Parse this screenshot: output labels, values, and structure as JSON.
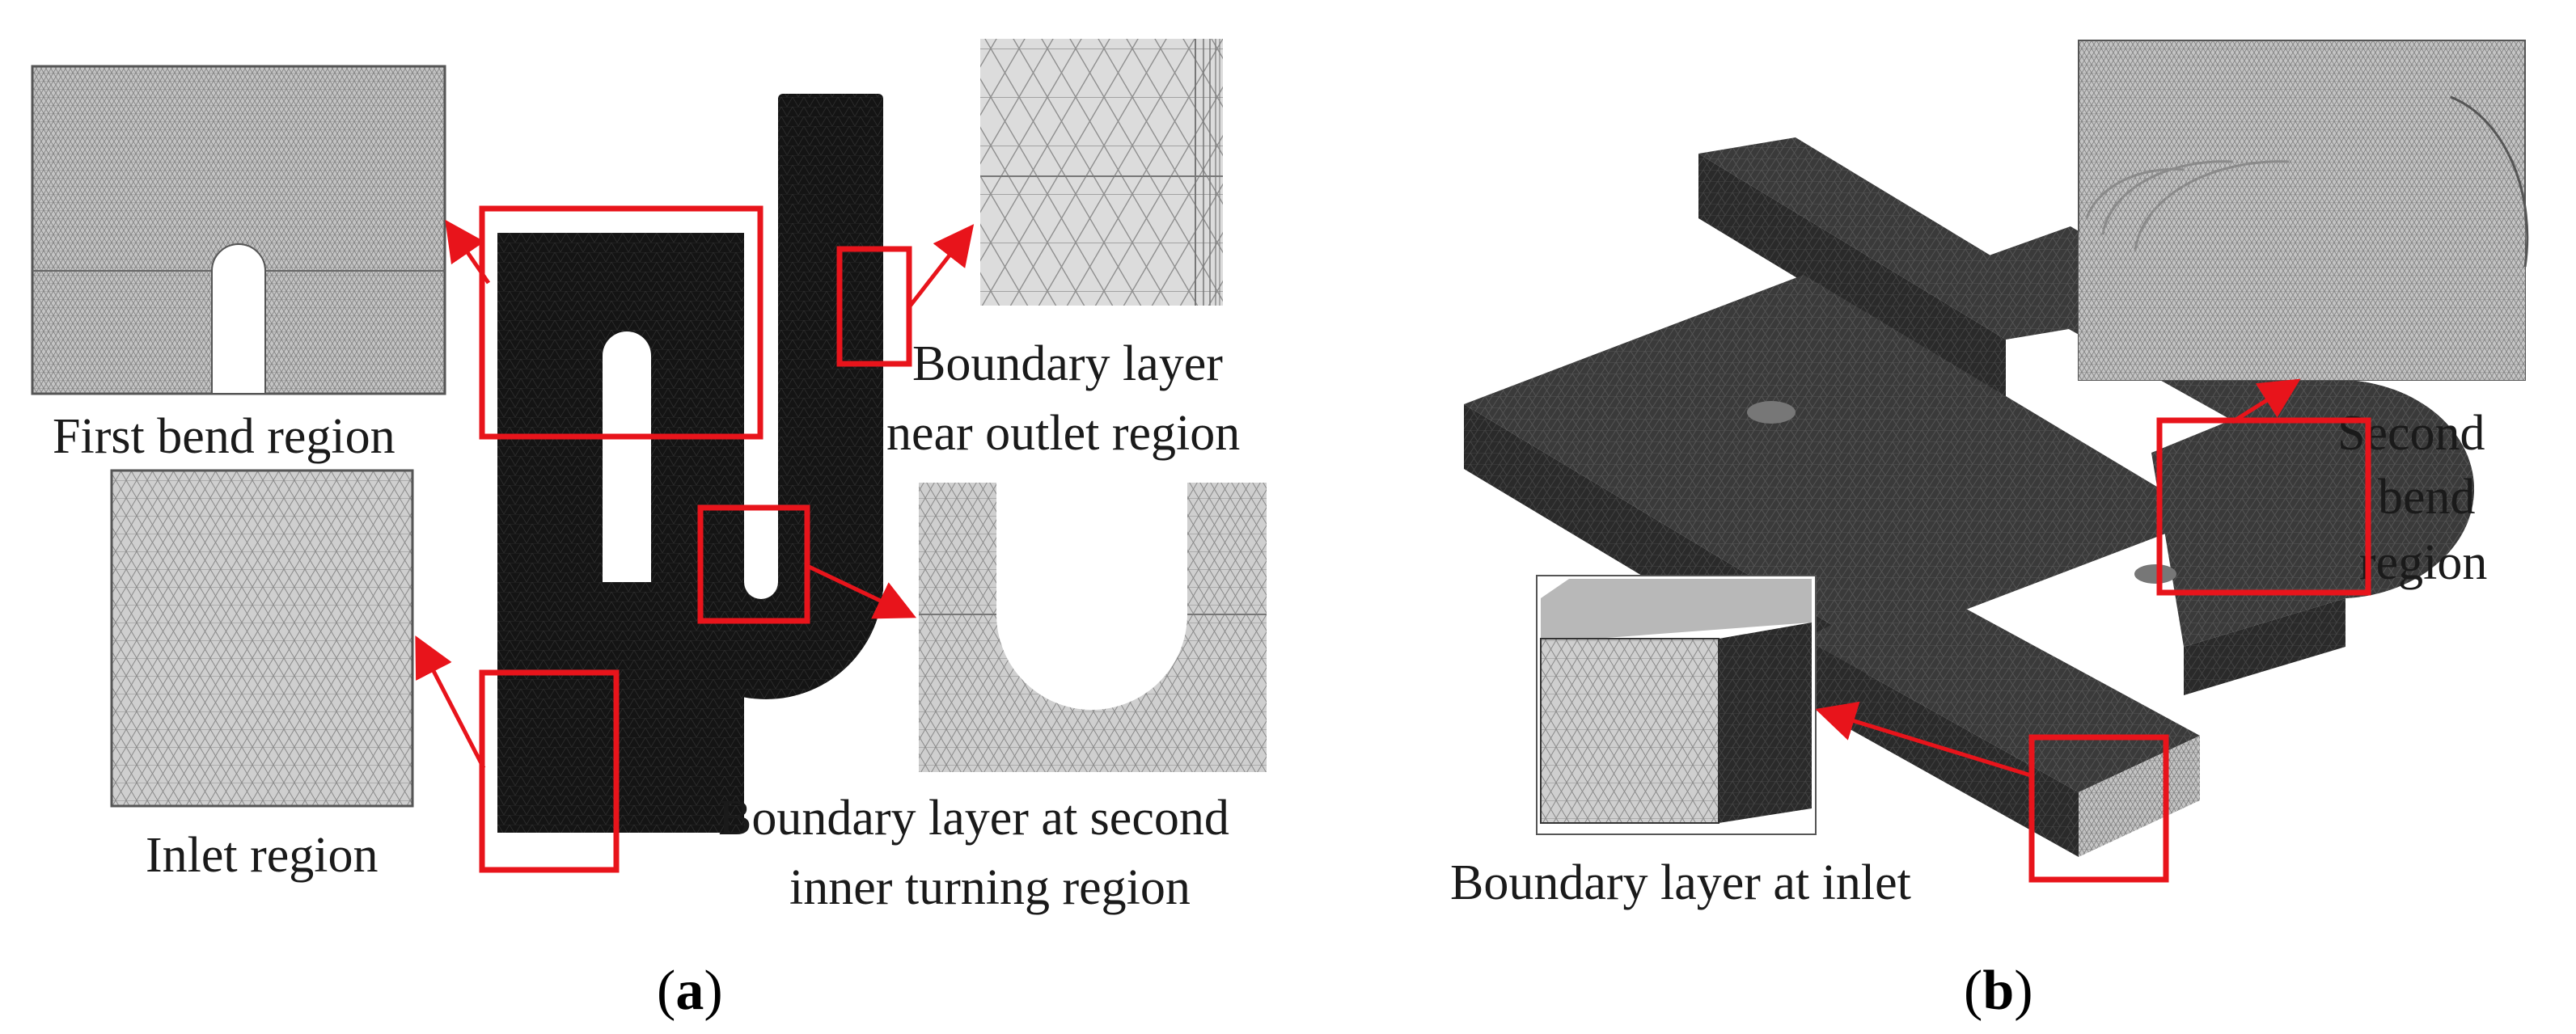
{
  "panel_a": {
    "labels": {
      "first_bend": "First bend region",
      "inlet": "Inlet region",
      "outlet_line1": "Boundary layer",
      "outlet_line2": "near outlet region",
      "turning_line1": "Boundary layer at second",
      "turning_line2": "inner turning region"
    },
    "caption": {
      "open": "(",
      "letter": "a",
      "close": ")"
    }
  },
  "panel_b": {
    "labels": {
      "second_bend_line1": "Second",
      "second_bend_line2": "bend",
      "second_bend_line3": "region",
      "inlet_bl": "Boundary layer at inlet"
    },
    "caption": {
      "open": "(",
      "letter": "b",
      "close": ")"
    }
  },
  "colors": {
    "highlight": "#e8141b",
    "mesh_dark": "#151515",
    "mesh_light": "#c9c9c9"
  }
}
